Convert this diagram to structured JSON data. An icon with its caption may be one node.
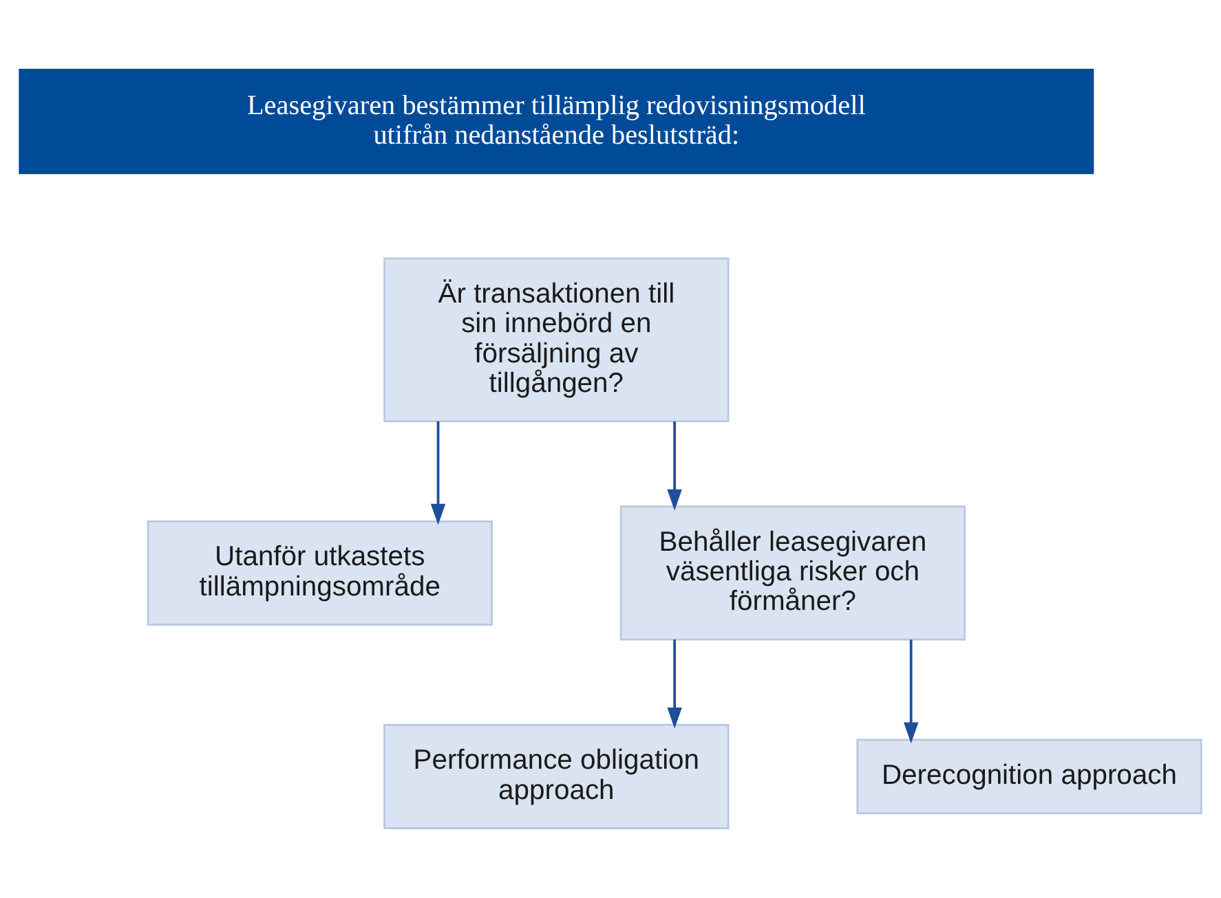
{
  "diagram": {
    "nodes": [
      {
        "text": [
          "Leasegivaren bestämmer tillämplig redovisningsmodell utifrån nedanstående beslutsträd:"
        ]
      },
      {
        "text": [
          "Är transaktionen till sin innebörd en försäljning av tillgången?"
        ]
      },
      {
        "text": [
          "Utanför utkastets tillämpningsområde"
        ]
      },
      {
        "text": [
          "Behåller leasegivaren väsentliga risker och förmåner?"
        ]
      },
      {
        "text": [
          "Performance obligation approach"
        ]
      },
      {
        "text": [
          "Derecognition approach"
        ]
      }
    ],
    "edges": [
      {
        "from": 1,
        "to": 2,
        "arrow": "to"
      },
      {
        "from": 1,
        "to": 3,
        "arrow": "to"
      },
      {
        "from": 3,
        "to": 4,
        "arrow": "to"
      },
      {
        "from": 3,
        "to": 5,
        "arrow": "to"
      }
    ]
  }
}
